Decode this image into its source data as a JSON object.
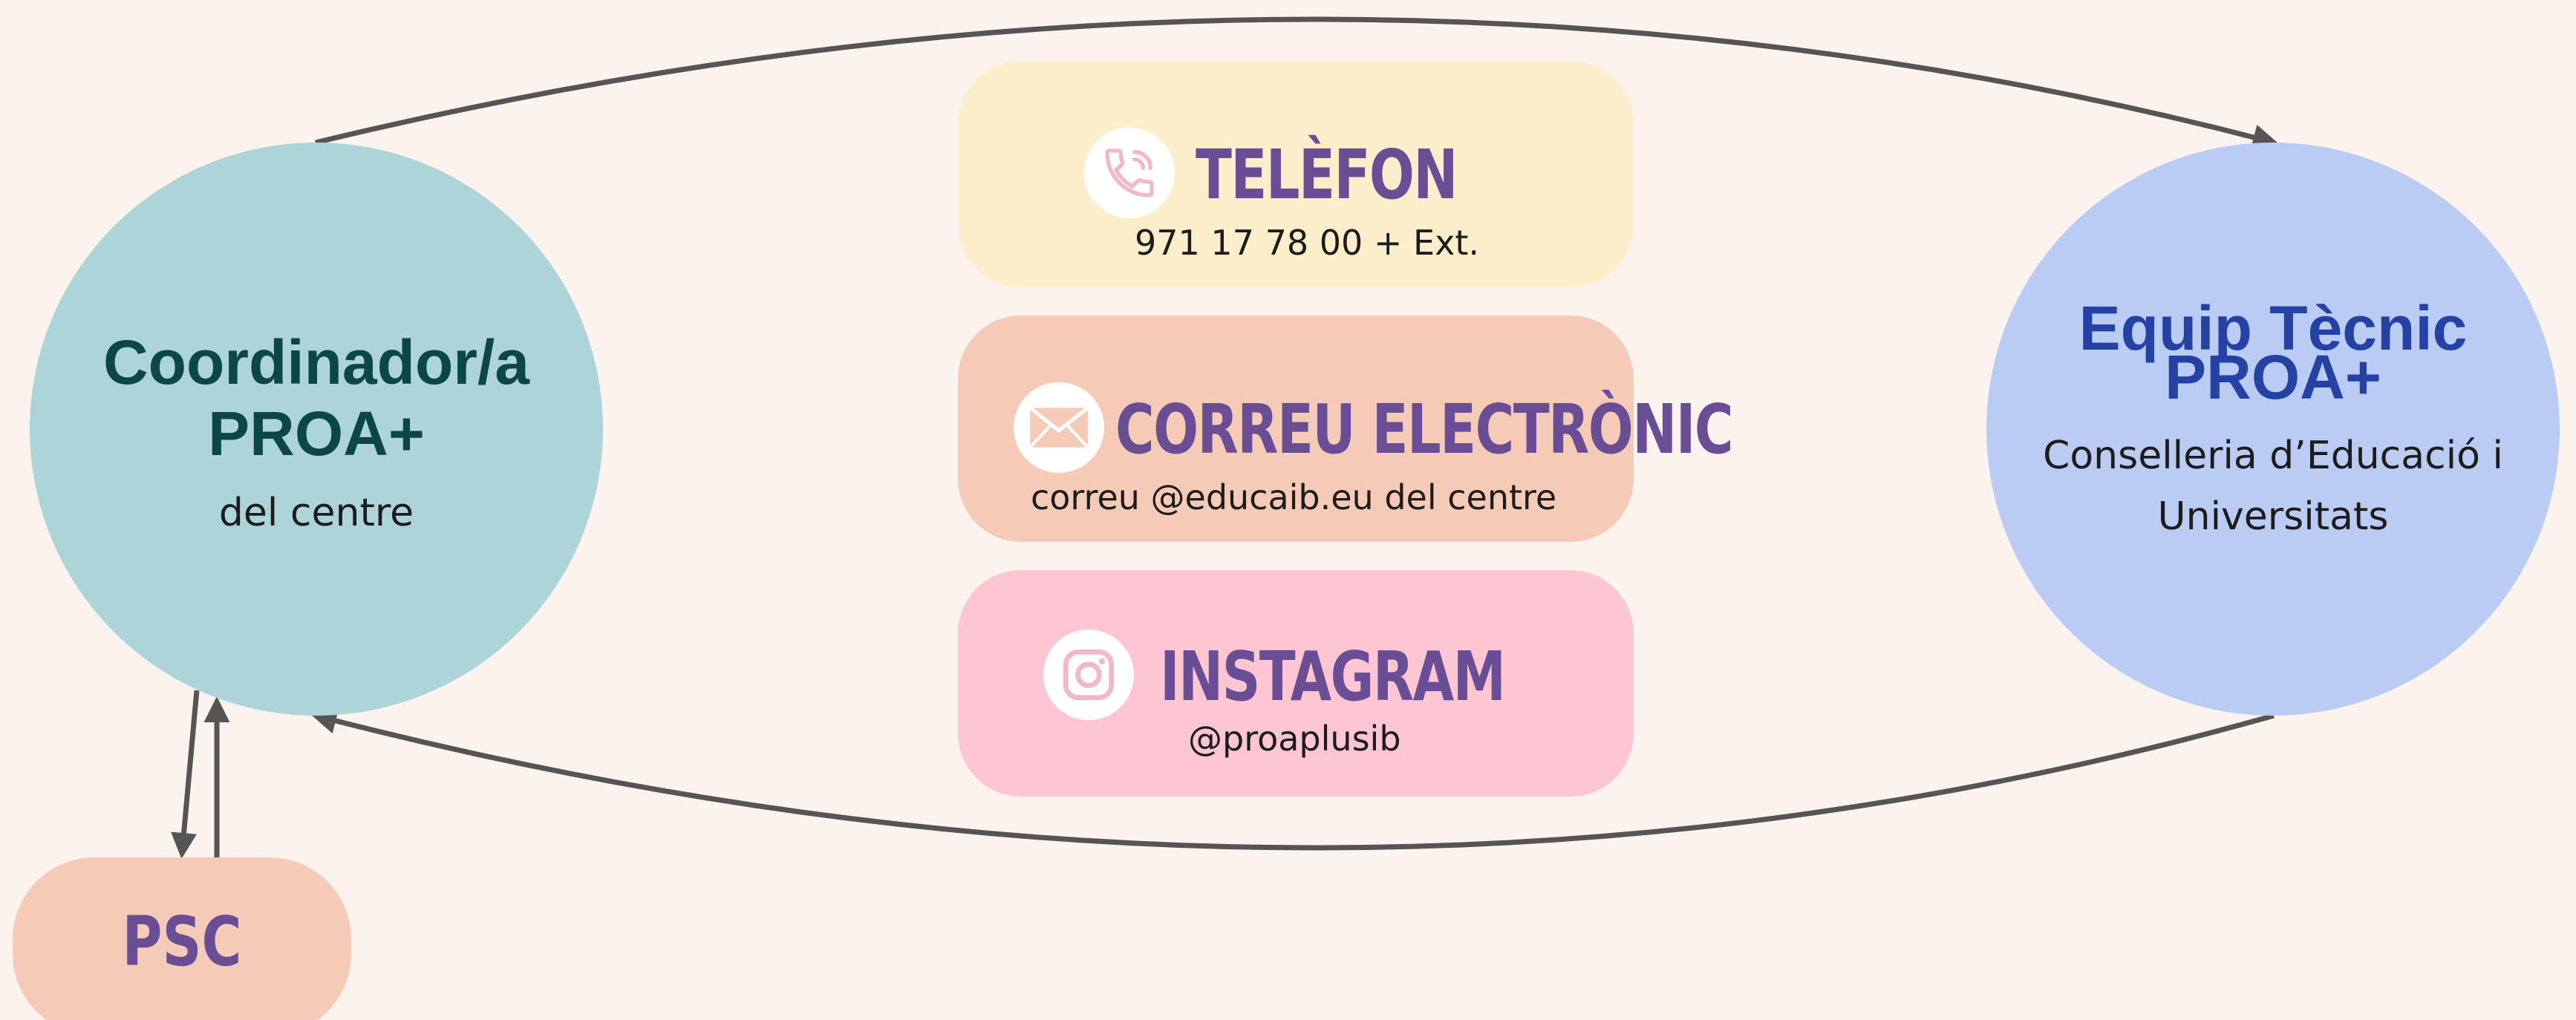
{
  "coordinator": {
    "title_line1": "Coordinador/a",
    "title_line2": "PROA+",
    "subtitle": "del centre",
    "color": "#add5d9"
  },
  "equip": {
    "title_line1": "Equip Tècnic",
    "title_line2": "PROA+",
    "subtitle": "Conselleria d’Educació i Universitats",
    "color": "#bacbf4"
  },
  "contacts": [
    {
      "label": "TELÈFON",
      "detail": "971 17 78 00 + Ext.",
      "icon": "phone-icon",
      "color": "#fdeecb"
    },
    {
      "label": "CORREU ELECTRÒNIC",
      "detail": "correu @educaib.eu del centre",
      "icon": "mail-icon",
      "color": "#f5cbb7"
    },
    {
      "label": "INSTAGRAM",
      "detail": "@proaplusib",
      "icon": "instagram-icon",
      "color": "#fec5d2"
    }
  ],
  "psc": {
    "label": "PSC",
    "color": "#f5cbb7"
  },
  "colors": {
    "background": "#fcf3ee",
    "accent_purple": "#6a4e95",
    "arrow": "#555555"
  }
}
